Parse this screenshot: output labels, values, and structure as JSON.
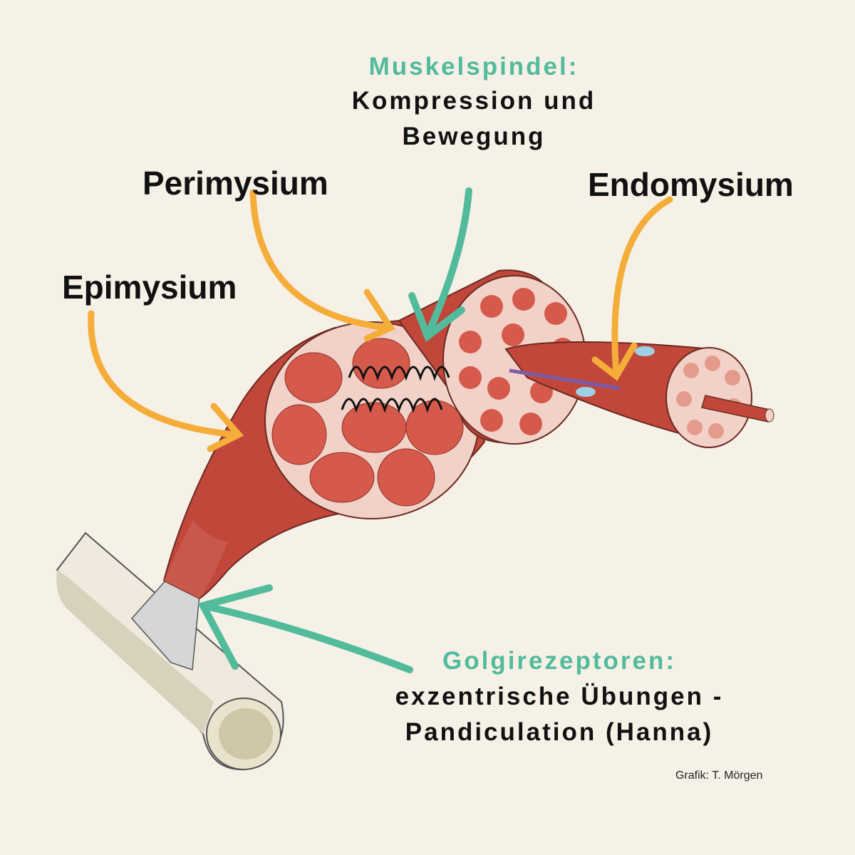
{
  "labels": {
    "muskelspindel_title": "Muskelspindel:",
    "muskelspindel_line1": "Kompression und",
    "muskelspindel_line2": "Bewegung",
    "perimysium": "Perimysium",
    "endomysium": "Endomysium",
    "epimysium": "Epimysium",
    "golgi_title": "Golgirezeptoren:",
    "golgi_line1": "exzentrische Übungen -",
    "golgi_line2": "Pandiculation (Hanna)"
  },
  "credit": "Grafik: T. Mörgen",
  "colors": {
    "background": "#f6f1e7",
    "teal": "#52bb9c",
    "orange": "#f5ad3a",
    "muscle": "#c0473a",
    "pink": "#f2d2c8"
  }
}
